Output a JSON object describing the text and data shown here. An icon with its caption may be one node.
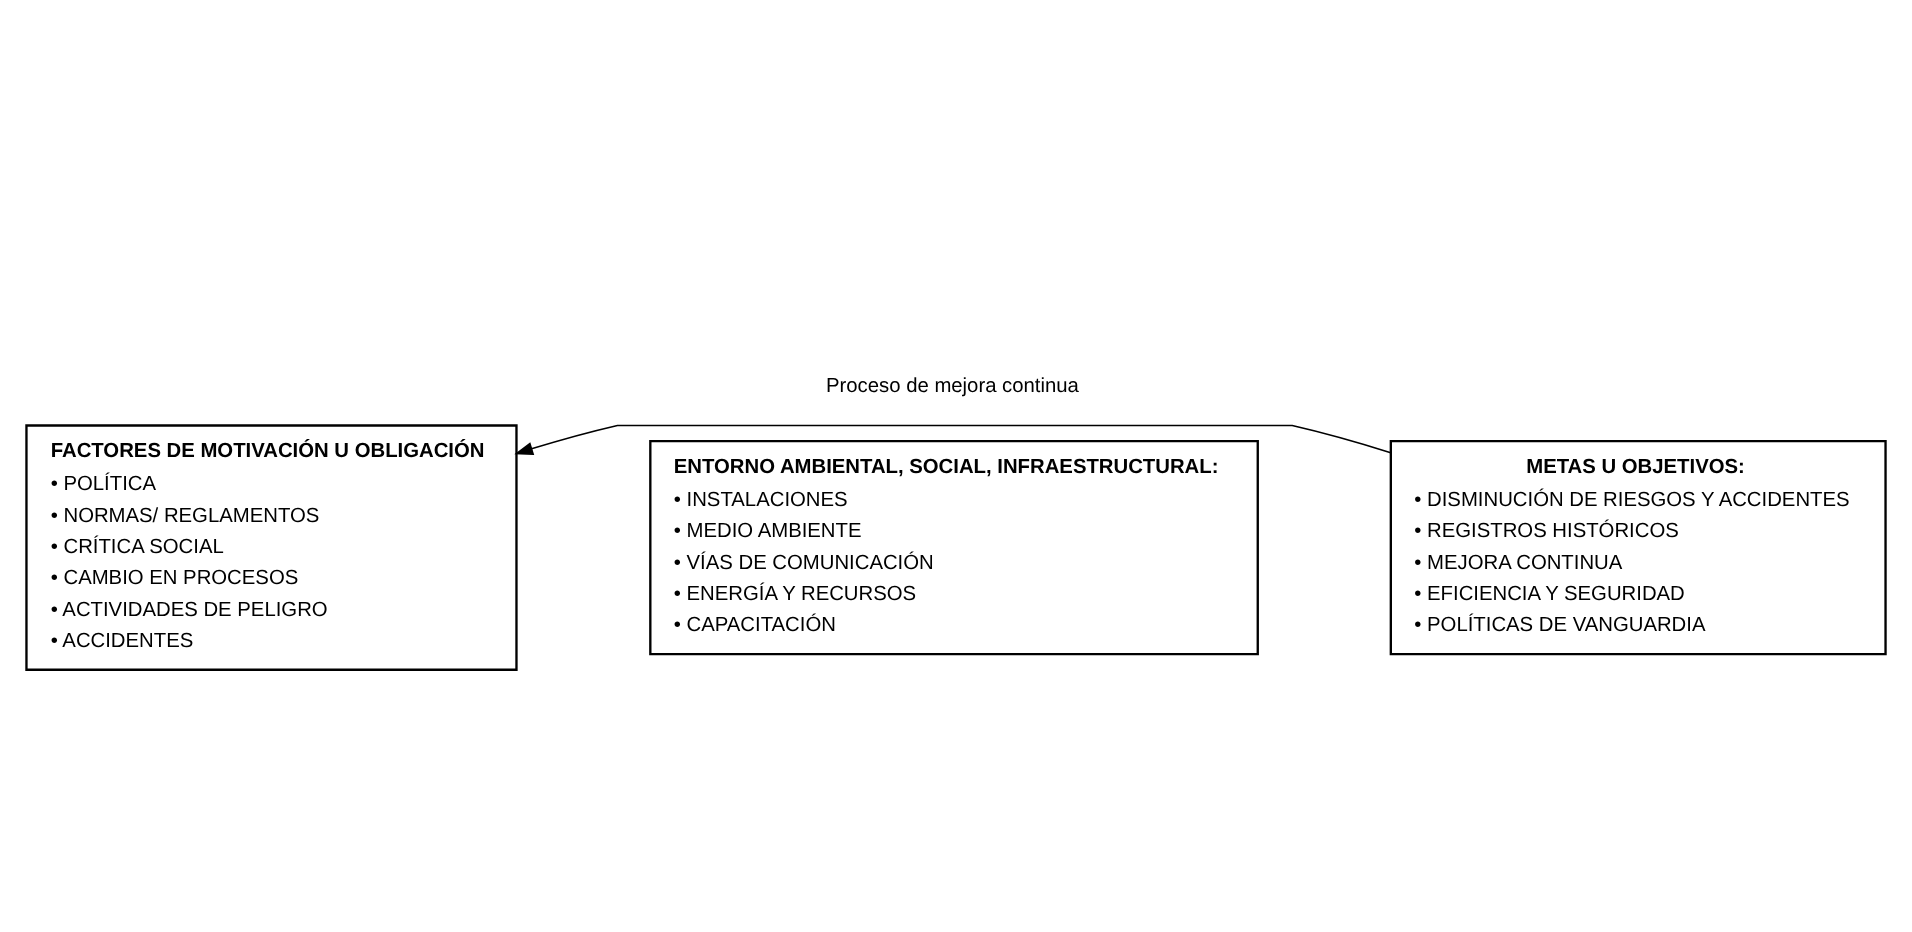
{
  "diagram": {
    "nodes": [
      {
        "text": [
          "FACTORES DE MOTIVACIÓN U OBLIGACIÓN",
          "• POLÍTICA",
          "• NORMAS/ REGLAMENTOS",
          "• CRÍTICA SOCIAL",
          "• CAMBIO EN PROCESOS",
          "• ACTIVIDADES DE PELIGRO",
          "• ACCIDENTES"
        ]
      },
      {
        "text": [
          "ENTORNO AMBIENTAL, SOCIAL, INFRAESTRUCTURAL:",
          "• INSTALACIONES",
          "• MEDIO AMBIENTE",
          "• VÍAS DE COMUNICACIÓN",
          "• ENERGÍA Y RECURSOS",
          "• CAPACITACIÓN"
        ]
      },
      {
        "text": [
          "METAS U OBJETIVOS:",
          "• DISMINUCIÓN DE RIESGOS Y ACCIDENTES",
          "• REGISTROS HISTÓRICOS",
          "• MEJORA CONTINUA",
          "• EFICIENCIA Y SEGURIDAD",
          "• POLÍTICAS DE VANGUARDIA"
        ]
      }
    ],
    "edges": [
      {
        "from": 2,
        "to": 0,
        "arrow": "to",
        "label": "Proceso de mejora continua"
      }
    ]
  }
}
